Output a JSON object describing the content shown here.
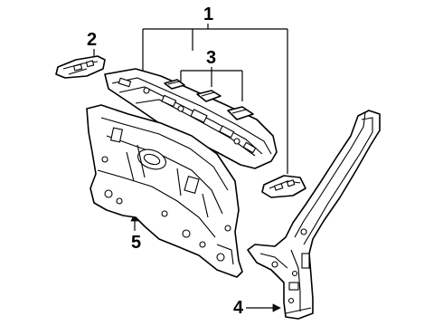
{
  "callouts": {
    "c1": "1",
    "c2": "2",
    "c3": "3",
    "c4": "4",
    "c5": "5"
  },
  "colors": {
    "ink": "#000000",
    "background": "#ffffff"
  }
}
